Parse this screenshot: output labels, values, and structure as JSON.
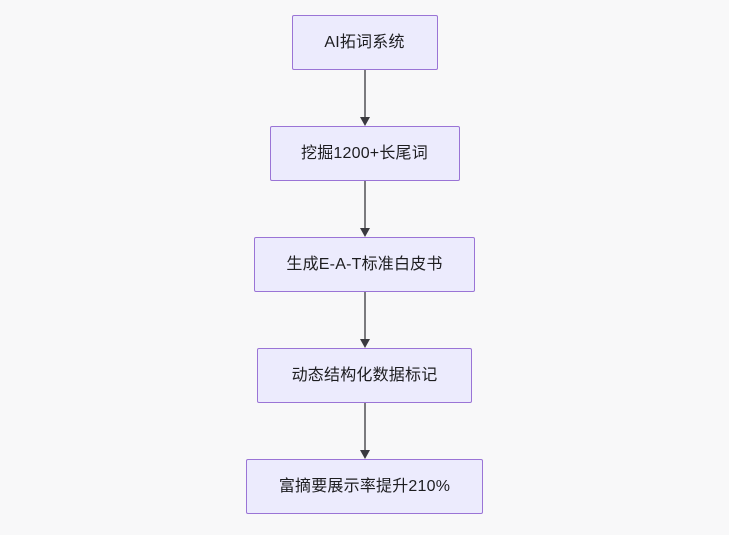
{
  "diagram": {
    "type": "flowchart",
    "direction": "top-to-bottom",
    "background_color": "#f8f8f9",
    "node_fill_color": "#ecebfd",
    "node_border_color": "#9a74d6",
    "node_text_color": "#1d1d20",
    "connector_color": "#7b7b7f",
    "arrowhead_color": "#3a3a3f",
    "nodes": [
      {
        "id": "node-1",
        "label": "AI拓词系统"
      },
      {
        "id": "node-2",
        "label": "挖掘1200+长尾词"
      },
      {
        "id": "node-3",
        "label": "生成E-A-T标准白皮书"
      },
      {
        "id": "node-4",
        "label": "动态结构化数据标记"
      },
      {
        "id": "node-5",
        "label": "富摘要展示率提升210%"
      }
    ],
    "edges": [
      {
        "id": "edge-1",
        "from": "node-1",
        "to": "node-2",
        "label": ""
      },
      {
        "id": "edge-2",
        "from": "node-2",
        "to": "node-3",
        "label": ""
      },
      {
        "id": "edge-3",
        "from": "node-3",
        "to": "node-4",
        "label": ""
      },
      {
        "id": "edge-4",
        "from": "node-4",
        "to": "node-5",
        "label": ""
      }
    ]
  }
}
